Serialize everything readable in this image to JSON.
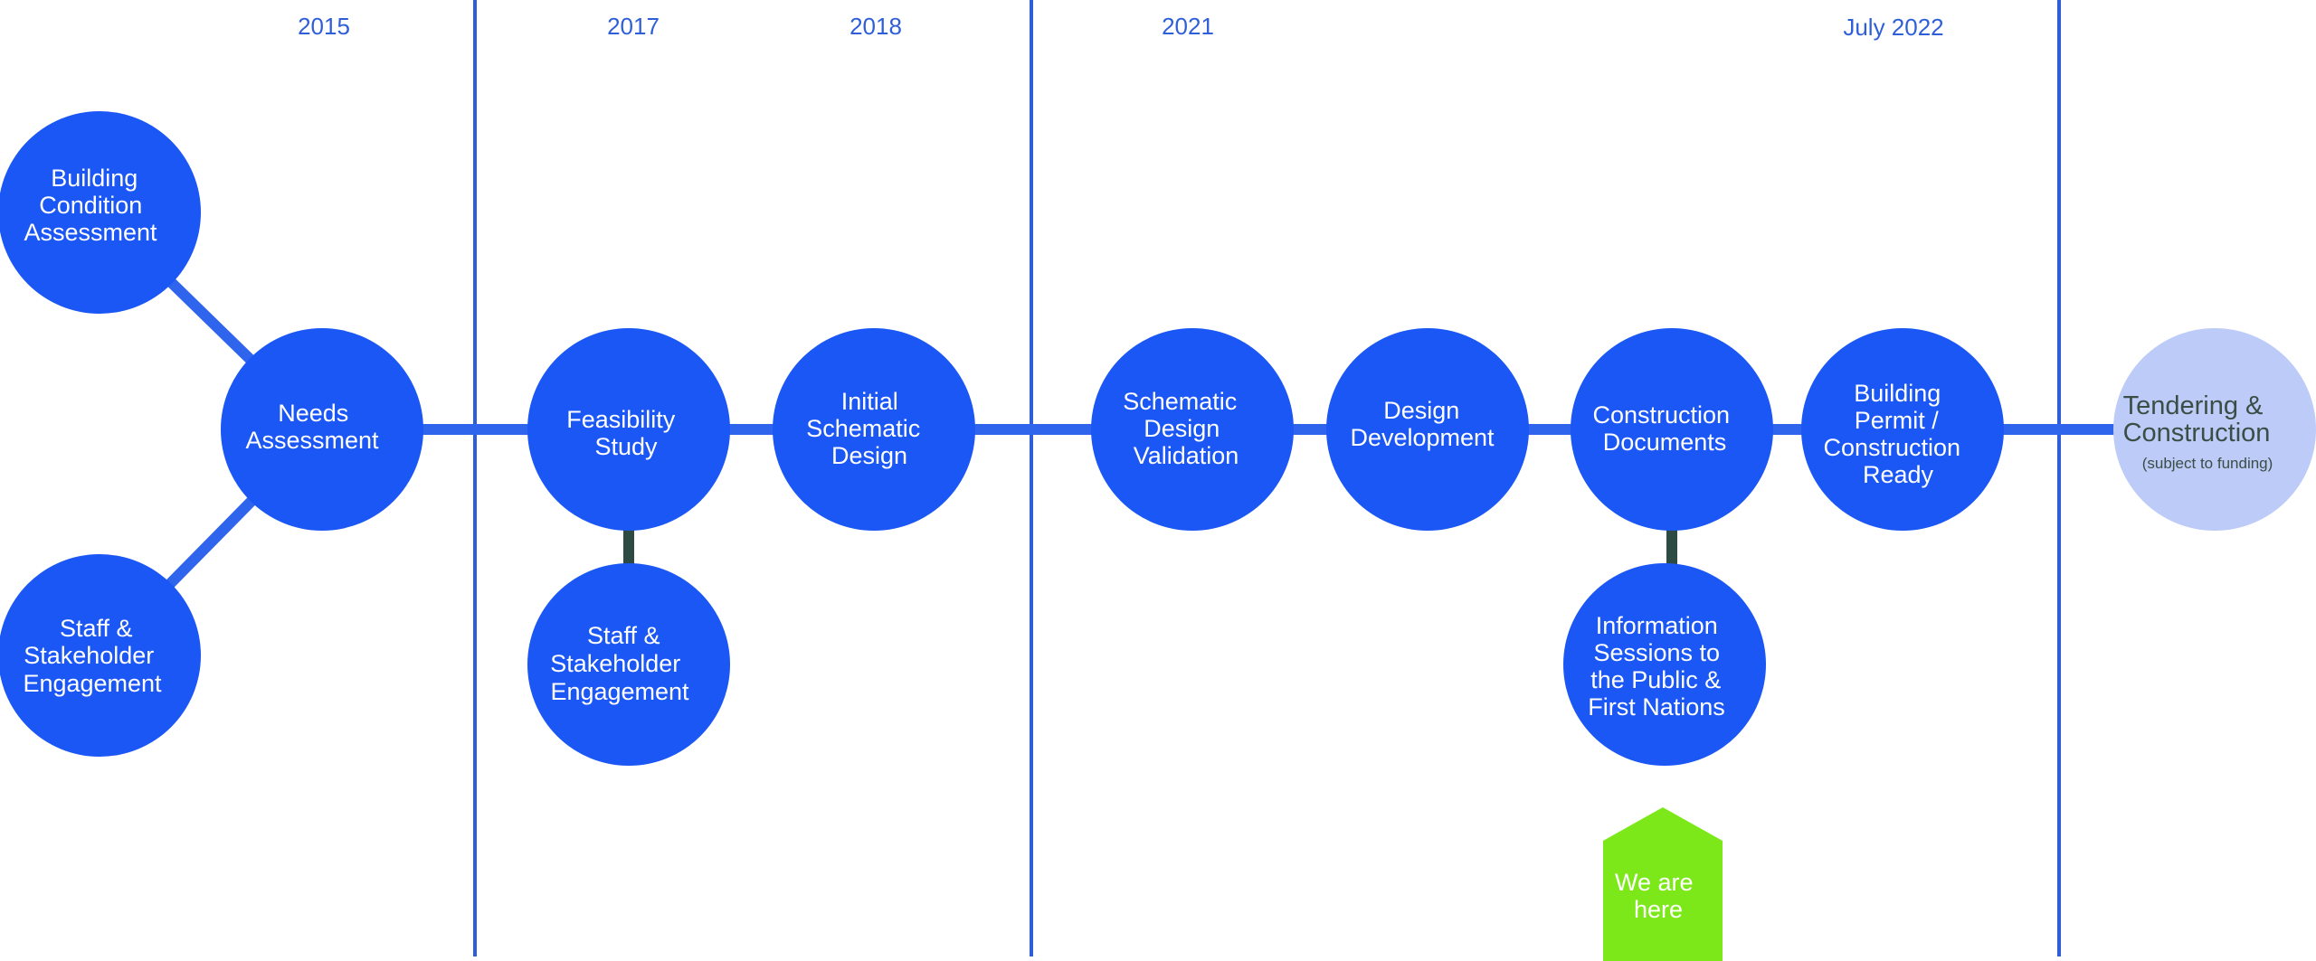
{
  "colors": {
    "node": "#1b57f5",
    "node_future": "#bccbf8",
    "connector_main": "#2f64ec",
    "connector_sub": "#2e4b43",
    "divider": "#2f5fd8",
    "marker": "#7ce81a",
    "year_text": "#2f5fd8"
  },
  "years": [
    "2015",
    "2017",
    "2018",
    "2021",
    "July 2022"
  ],
  "nodes": {
    "building_condition": [
      "Building",
      "Condition",
      "Assessment"
    ],
    "staff_2015": [
      "Staff &",
      "Stakeholder",
      "Engagement"
    ],
    "needs_assessment": [
      "Needs",
      "Assessment"
    ],
    "feasibility": [
      "Feasibility",
      "Study"
    ],
    "staff_2017": [
      "Staff &",
      "Stakeholder",
      "Engagement"
    ],
    "initial_design": [
      "Initial",
      "Schematic",
      "Design"
    ],
    "schematic_validation": [
      "Schematic",
      "Design",
      "Validation"
    ],
    "design_development": [
      "Design",
      "Development"
    ],
    "construction_documents": [
      "Construction",
      "Documents"
    ],
    "info_sessions": [
      "Information",
      "Sessions to",
      "the Public &",
      "First Nations"
    ],
    "building_permit": [
      "Building",
      "Permit /",
      "Construction",
      "Ready"
    ],
    "tendering": [
      "Tendering &",
      "Construction"
    ],
    "tendering_note": "(subject to funding)"
  },
  "marker": [
    "We are",
    "here"
  ]
}
